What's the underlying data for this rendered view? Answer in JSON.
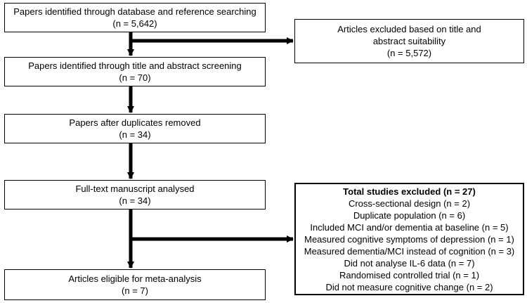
{
  "boxes": {
    "identified": {
      "line1": "Papers identified through database and reference searching",
      "line2": "(n = 5,642)"
    },
    "screening": {
      "line1": "Papers identified through title and abstract screening",
      "line2": "(n = 70)"
    },
    "duplicates": {
      "line1": "Papers after duplicates removed",
      "line2": "(n = 34)"
    },
    "fulltext": {
      "line1": "Full-text manuscript analysed",
      "line2": "(n = 34)"
    },
    "eligible": {
      "line1": "Articles eligible for meta-analysis",
      "line2": "(n = 7)"
    }
  },
  "exclusions": {
    "title_abstract": {
      "line1": "Articles excluded based on title and",
      "line2": "abstract suitability",
      "line3": "(n = 5,572)"
    },
    "fulltext": {
      "title": "Total studies excluded (n = 27)",
      "items": [
        "Cross-sectional design (n = 2)",
        "Duplicate population (n = 6)",
        "Included MCI and/or dementia at baseline (n = 5)",
        "Measured cognitive symptoms of depression (n = 1)",
        "Measured dementia/MCI instead of cognition (n = 3)",
        "Did not analyse IL-6 data (n = 7)",
        "Randomised controlled trial (n = 1)",
        "Did not measure cognitive change (n = 2)"
      ]
    }
  }
}
